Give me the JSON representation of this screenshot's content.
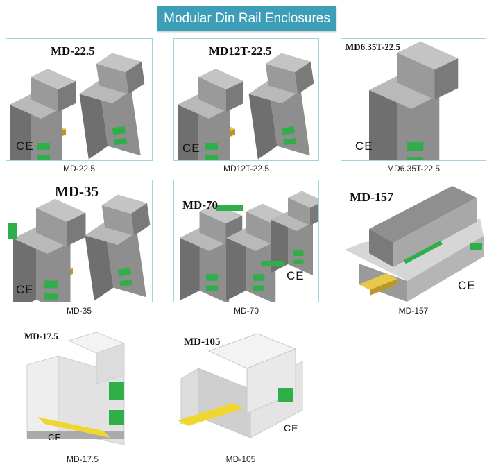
{
  "page": {
    "title": "Modular Din Rail Enclosures"
  },
  "mark": "CE",
  "items": [
    {
      "model": "MD-22.5",
      "caption": "MD-22.5"
    },
    {
      "model": "MD12T-22.5",
      "caption": "MD12T-22.5"
    },
    {
      "model": "MD6.35T-22.5",
      "caption": "MD6.35T-22.5"
    },
    {
      "model": "MD-35",
      "caption": "MD-35"
    },
    {
      "model": "MD-70",
      "caption": "MD-70"
    },
    {
      "model": "MD-157",
      "caption": "MD-157"
    },
    {
      "model": "MD-17.5",
      "caption": "MD-17.5"
    },
    {
      "model": "MD-105",
      "caption": "MD-105"
    }
  ]
}
